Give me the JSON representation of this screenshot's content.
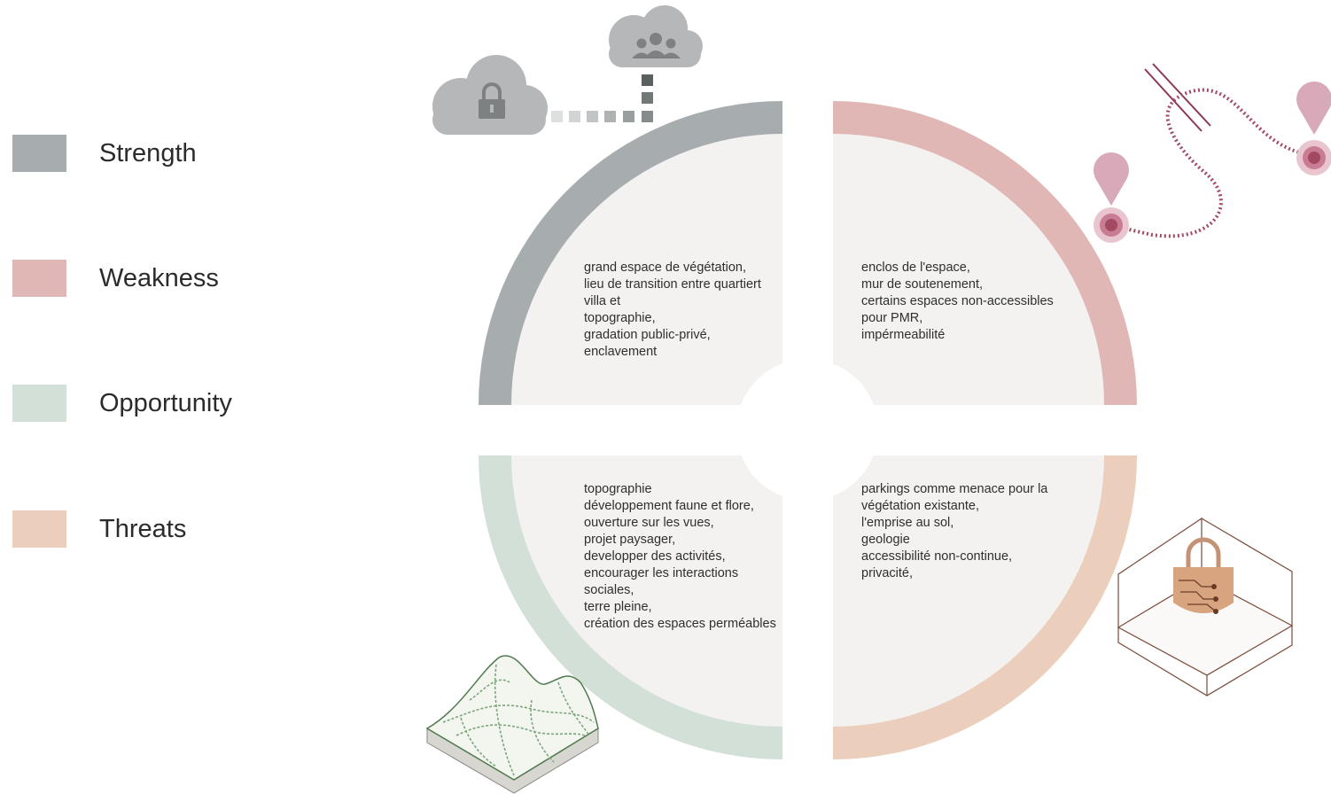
{
  "legend": [
    {
      "key": "strength",
      "label": "Strength",
      "color": "#a7adae"
    },
    {
      "key": "weakness",
      "label": "Weakness",
      "color": "#e1b7b6"
    },
    {
      "key": "opportunity",
      "label": "Opportunity",
      "color": "#d2e0d8"
    },
    {
      "key": "threats",
      "label": "Threats",
      "color": "#ebcfbc"
    }
  ],
  "quadrants": {
    "strength": {
      "color": "#a7adae",
      "lines": [
        "grand espace de végétation,",
        "lieu de transition entre quartiert",
        "villa et",
        "topographie,",
        "gradation public-privé,",
        "enclavement"
      ]
    },
    "weakness": {
      "color": "#e1b7b6",
      "lines": [
        "enclos de l'espace,",
        "mur de soutenement,",
        "certains espaces non-accessibles",
        "pour PMR,",
        "impérmeabilité"
      ]
    },
    "opportunity": {
      "color": "#d2e0d8",
      "lines": [
        "topographie",
        "développement faune et flore,",
        "ouverture sur les vues,",
        "projet paysager,",
        "developper des activités,",
        "encourager les interactions",
        "sociales,",
        "terre pleine,",
        "création des espaces perméables"
      ]
    },
    "threats": {
      "color": "#ebcfbc",
      "lines": [
        "parkings comme menace pour la",
        "végétation existante,",
        "l'emprise au sol,",
        "geologie",
        "accessibilité non-continue,",
        "privacité,"
      ]
    }
  },
  "colors": {
    "inner_fill": "#f3f2f0",
    "cloud": "#b5b7b8",
    "cloud_dark": "#7d8182",
    "route": "#a34a62",
    "pin": "#d8a9b8",
    "terrain_green": "#7da57d",
    "lock_orange": "#d8a47f"
  },
  "icons": {
    "strength": "cloud-network-lock-icon",
    "weakness": "route-map-pins-icon",
    "opportunity": "terrain-block-icon",
    "threats": "secure-box-lock-icon"
  }
}
